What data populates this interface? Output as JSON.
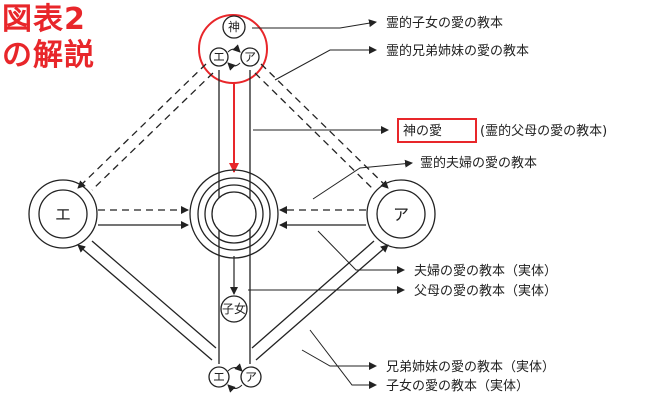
{
  "title": {
    "line1": "図表2",
    "line2": "の解説"
  },
  "nodes": {
    "god": "神",
    "e": "エ",
    "a": "ア",
    "child": "子女",
    "left_big": "エ",
    "right_big": "ア",
    "bottom_e": "エ",
    "bottom_a": "ア"
  },
  "labels": {
    "spirit_children": "霊的子女の愛の教本",
    "spirit_siblings": "霊的兄弟姉妹の愛の教本",
    "gods_love": "神の愛",
    "spirit_parents": "(霊的父母の愛の教本)",
    "spirit_couple": "霊的夫婦の愛の教本",
    "couple": "夫婦の愛の教本（実体）",
    "parents": "父母の愛の教本（実体）",
    "siblings": "兄弟姉妹の愛の教本（実体）",
    "children": "子女の愛の教本（実体）"
  },
  "colors": {
    "accent": "#e8262a",
    "line": "#222222"
  }
}
